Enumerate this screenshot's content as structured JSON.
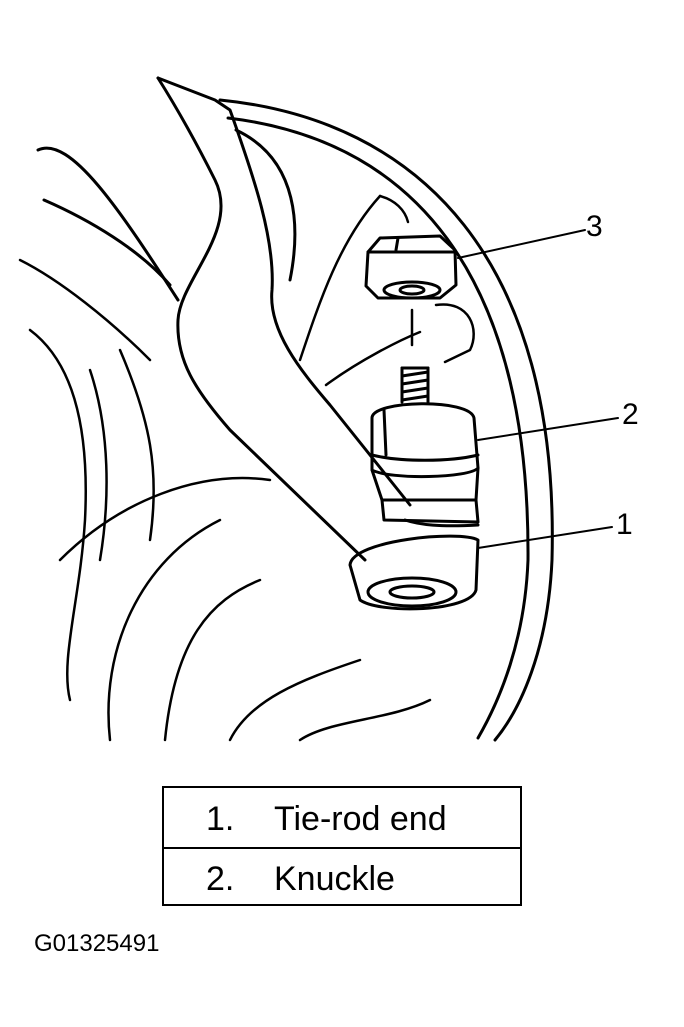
{
  "callouts": {
    "c1": "1",
    "c2": "2",
    "c3": "3"
  },
  "legend": [
    {
      "number": "1.",
      "text": "Tie-rod end"
    },
    {
      "number": "2.",
      "text": "Knuckle"
    }
  ],
  "figure_id": "G01325491"
}
